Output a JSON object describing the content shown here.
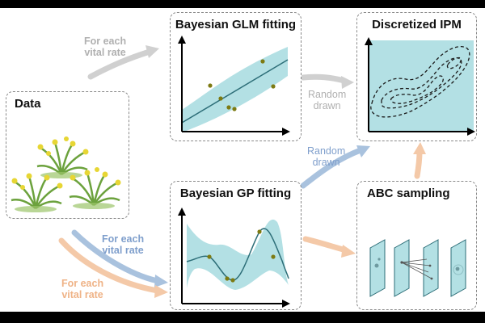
{
  "panels": {
    "data": "Data",
    "glm": "Bayesian GLM fitting",
    "gp": "Bayesian GP fitting",
    "ipm": "Discretized IPM",
    "abc": "ABC sampling"
  },
  "arrows": {
    "glm_in_1": "For each",
    "glm_in_2": "vital rate",
    "gp_in_blue_1": "For each",
    "gp_in_blue_2": "vital rate",
    "gp_in_orange_1": "For each",
    "gp_in_orange_2": "vital rate",
    "glm_to_ipm_1": "Random",
    "glm_to_ipm_2": "drawn",
    "gp_to_ipm_1": "Random",
    "gp_to_ipm_2": "drawn"
  },
  "colors": {
    "teal_fill": "#b3e0e4",
    "teal_line": "#2d6e78",
    "point": "#7d7a12",
    "gray_arrow": "#d0d0d0",
    "blue_arrow": "#a9c2de",
    "orange_arrow": "#f4c9a8",
    "gray_text": "#b0b0b0",
    "blue_text": "#7f9fcc",
    "orange_text": "#efb387"
  }
}
